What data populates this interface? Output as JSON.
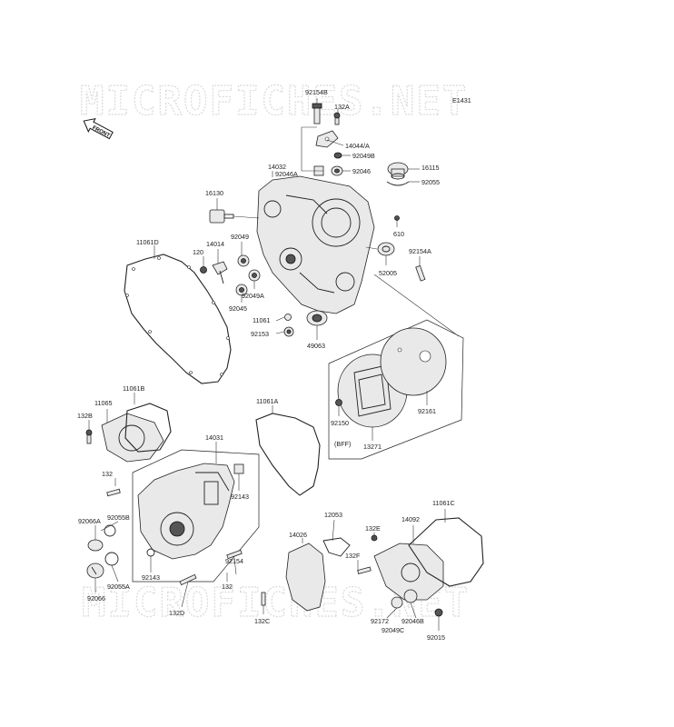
{
  "watermark": "MICROFICHES.NET",
  "diagram_code": "E1431",
  "front_label": "FRONT",
  "bff_label": "(BFF)",
  "labels": {
    "p92154B": "92154B",
    "p132A": "132A",
    "p14044A": "14044/A",
    "p92049B": "92049B",
    "p14032": "14032",
    "p92046A": "92046A",
    "p92046": "92046",
    "p16115": "16115",
    "p92055": "92055",
    "p16130": "16130",
    "p610": "610",
    "p11061D": "11061D",
    "p14014": "14014",
    "p120": "120",
    "p92049": "92049",
    "p92154A": "92154A",
    "p52005": "52005",
    "p92049A": "92049A",
    "p92045": "92045",
    "p11061": "11061",
    "p92153": "92153",
    "p49063": "49063",
    "p11061B": "11061B",
    "p11065": "11065",
    "p132B": "132B",
    "p11061A": "11061A",
    "p92150": "92150",
    "p13271": "13271",
    "p92161": "92161",
    "p14031": "14031",
    "p132": "132",
    "p92143": "92143",
    "p92066A": "92066A",
    "p92055B": "92055B",
    "p92143b": "92143",
    "p92055A": "92055A",
    "p92066": "92066",
    "p132D": "132D",
    "p12053": "12053",
    "p14092": "14092",
    "p11061C": "11061C",
    "p14026": "14026",
    "p132E": "132E",
    "p132F": "132F",
    "p92154": "92154",
    "p132b": "132",
    "p132C": "132C",
    "p92172": "92172",
    "p92046B": "92046B",
    "p92049C": "92049C",
    "p92015": "92015"
  }
}
